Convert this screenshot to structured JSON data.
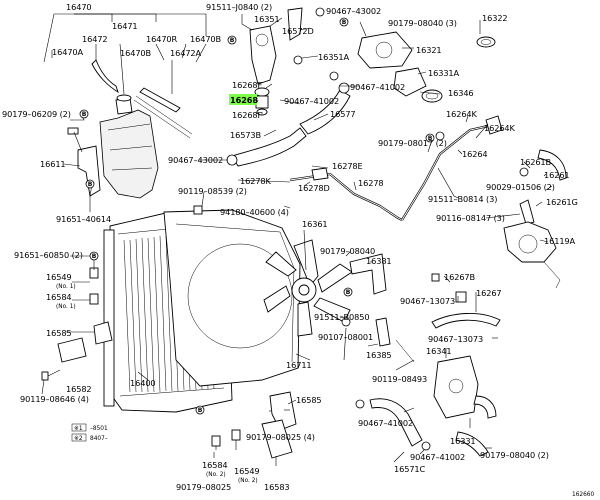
{
  "labels": {
    "p16470": "16470",
    "p16471": "16471",
    "p16472": "16472",
    "p16470R": "16470R",
    "p16470B_top": "16470B",
    "p16470A": "16470A",
    "p16470B_mid": "16470B",
    "p16472A": "16472A",
    "b91511_J0840": "91511–J0840 (2)",
    "p16351": "16351",
    "b90467_43002_top": "90467–43002",
    "p16572D": "16572D",
    "b90179_08040_3": "90179–08040 (3)",
    "p16322": "16322",
    "p16321": "16321",
    "p16351A": "16351A",
    "p16331A": "16331A",
    "p16268F": "16268F",
    "b90467_41002_a": "90467–41002",
    "b90467_41002_b": "90467–41002",
    "p16346": "16346",
    "p16268_green": "16268",
    "p16577": "16577",
    "b90179_06209": "90179–06209 (2)",
    "p16268F_b": "16268F",
    "p16573B": "16573B",
    "p16264K_a": "16264K",
    "p16264K_b": "16264K",
    "b90179_08017": "90179–08017 (2)",
    "p16264": "16264",
    "p16261B": "16261B",
    "p16611": "16611",
    "b90467_43002_mid": "90467–43002",
    "p16278E": "16278E",
    "p16278K": "16278K",
    "p16278D": "16278D",
    "p16278": "16278",
    "p16261": "16261",
    "b90029_01506": "90029–01506 (2)",
    "b90119_08539": "90119–08539 (2)",
    "b91511_B0814": "91511–B0814 (3)",
    "p16261G": "16261G",
    "b91651_40614": "91651–40614",
    "b94180_40600": "94180–40600 (4)",
    "b90116_08147": "90116–08147 (3)",
    "p16361": "16361",
    "p16119A": "16119A",
    "b90179_08040_mid": "90179–08040",
    "b91651_60850": "91651–60850 (2)",
    "p16381": "16381",
    "p16549_a": "16549",
    "no1_a": "(No. 1)",
    "p16267B": "16267B",
    "p16584_a": "16584",
    "no1_b": "(No. 1)",
    "b90467_13073_a": "90467–13073",
    "p16267": "16267",
    "b91511_B0850": "91511–B0850",
    "p16585_left": "16585",
    "b90467_13073_b": "90467–13073",
    "p16341": "16341",
    "b90107_08001": "90107–08001",
    "p16385": "16385",
    "p16711": "16711",
    "b90119_08493": "90119–08493",
    "p16582": "16582",
    "p16400": "16400",
    "b90119_08646": "90119–08646 (4)",
    "p16585_bot": "16585",
    "b90467_41002_c": "90467–41002",
    "p16331": "16331",
    "b90179_08025_4": "90179–08025 (4)",
    "p16584_b": "16584",
    "no2_a": "(No. 2)",
    "p16549_b": "16549",
    "no2_b": "(No. 2)",
    "b90467_41002_d": "90467–41002",
    "p16571C": "16571C",
    "b90179_08040_2": "90179–08040 (2)",
    "b90179_08025_bot": "90179–08025",
    "p16583": "16583",
    "note_1": "–8501",
    "note_2": "8407–",
    "figure_number": "162660"
  }
}
